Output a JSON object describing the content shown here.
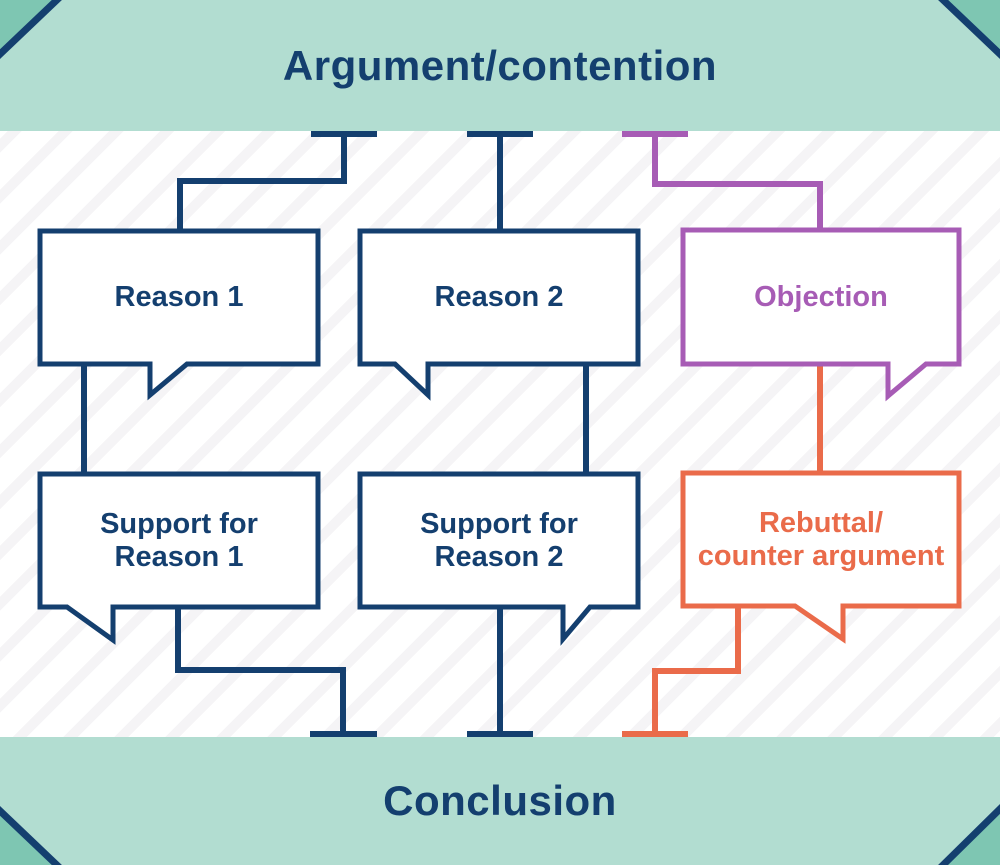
{
  "banners": {
    "top_title": "Argument/contention",
    "bottom_title": "Conclusion"
  },
  "boxes": {
    "reason1": {
      "label": "Reason 1"
    },
    "reason2": {
      "label": "Reason 2"
    },
    "objection": {
      "label": "Objection"
    },
    "support1": {
      "line1": "Support for",
      "line2": "Reason 1"
    },
    "support2": {
      "line1": "Support for",
      "line2": "Reason 2"
    },
    "rebuttal": {
      "line1": "Rebuttal/",
      "line2": "counter argument"
    }
  },
  "colors": {
    "navy": "#143f6f",
    "purple": "#a75cb5",
    "orange": "#ea6b4a",
    "banner_teal": "#b2ddd1",
    "corner_teal": "#7ec6b2",
    "stripe_gray": "#f5f4f6"
  }
}
